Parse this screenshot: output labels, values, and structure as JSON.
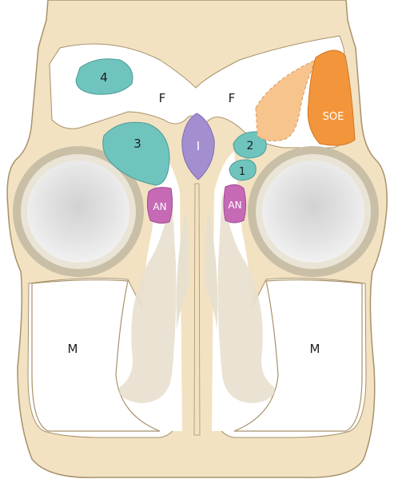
{
  "labels": {
    "cell_4": "4",
    "cell_3": "3",
    "cell_2": "2",
    "cell_1": "1",
    "frontal_left": "F",
    "frontal_right": "F",
    "septum": "I",
    "agger_left": "AN",
    "agger_right": "AN",
    "supraorbital": "SOE",
    "maxillary_left": "M",
    "maxillary_right": "M"
  },
  "colors": {
    "bone": "#f2e2c2",
    "bone_outline": "#a8916a",
    "air": "#ffffff",
    "teal": "#6fc4bd",
    "purple": "#a38fd0",
    "magenta": "#c66ab6",
    "orange": "#f3963b",
    "light_orange": "#f7c48e",
    "orbit_ring": "#c9bfa7",
    "orbit_globe": "#dcdcdc",
    "turbinate": "#e8e0cf"
  }
}
